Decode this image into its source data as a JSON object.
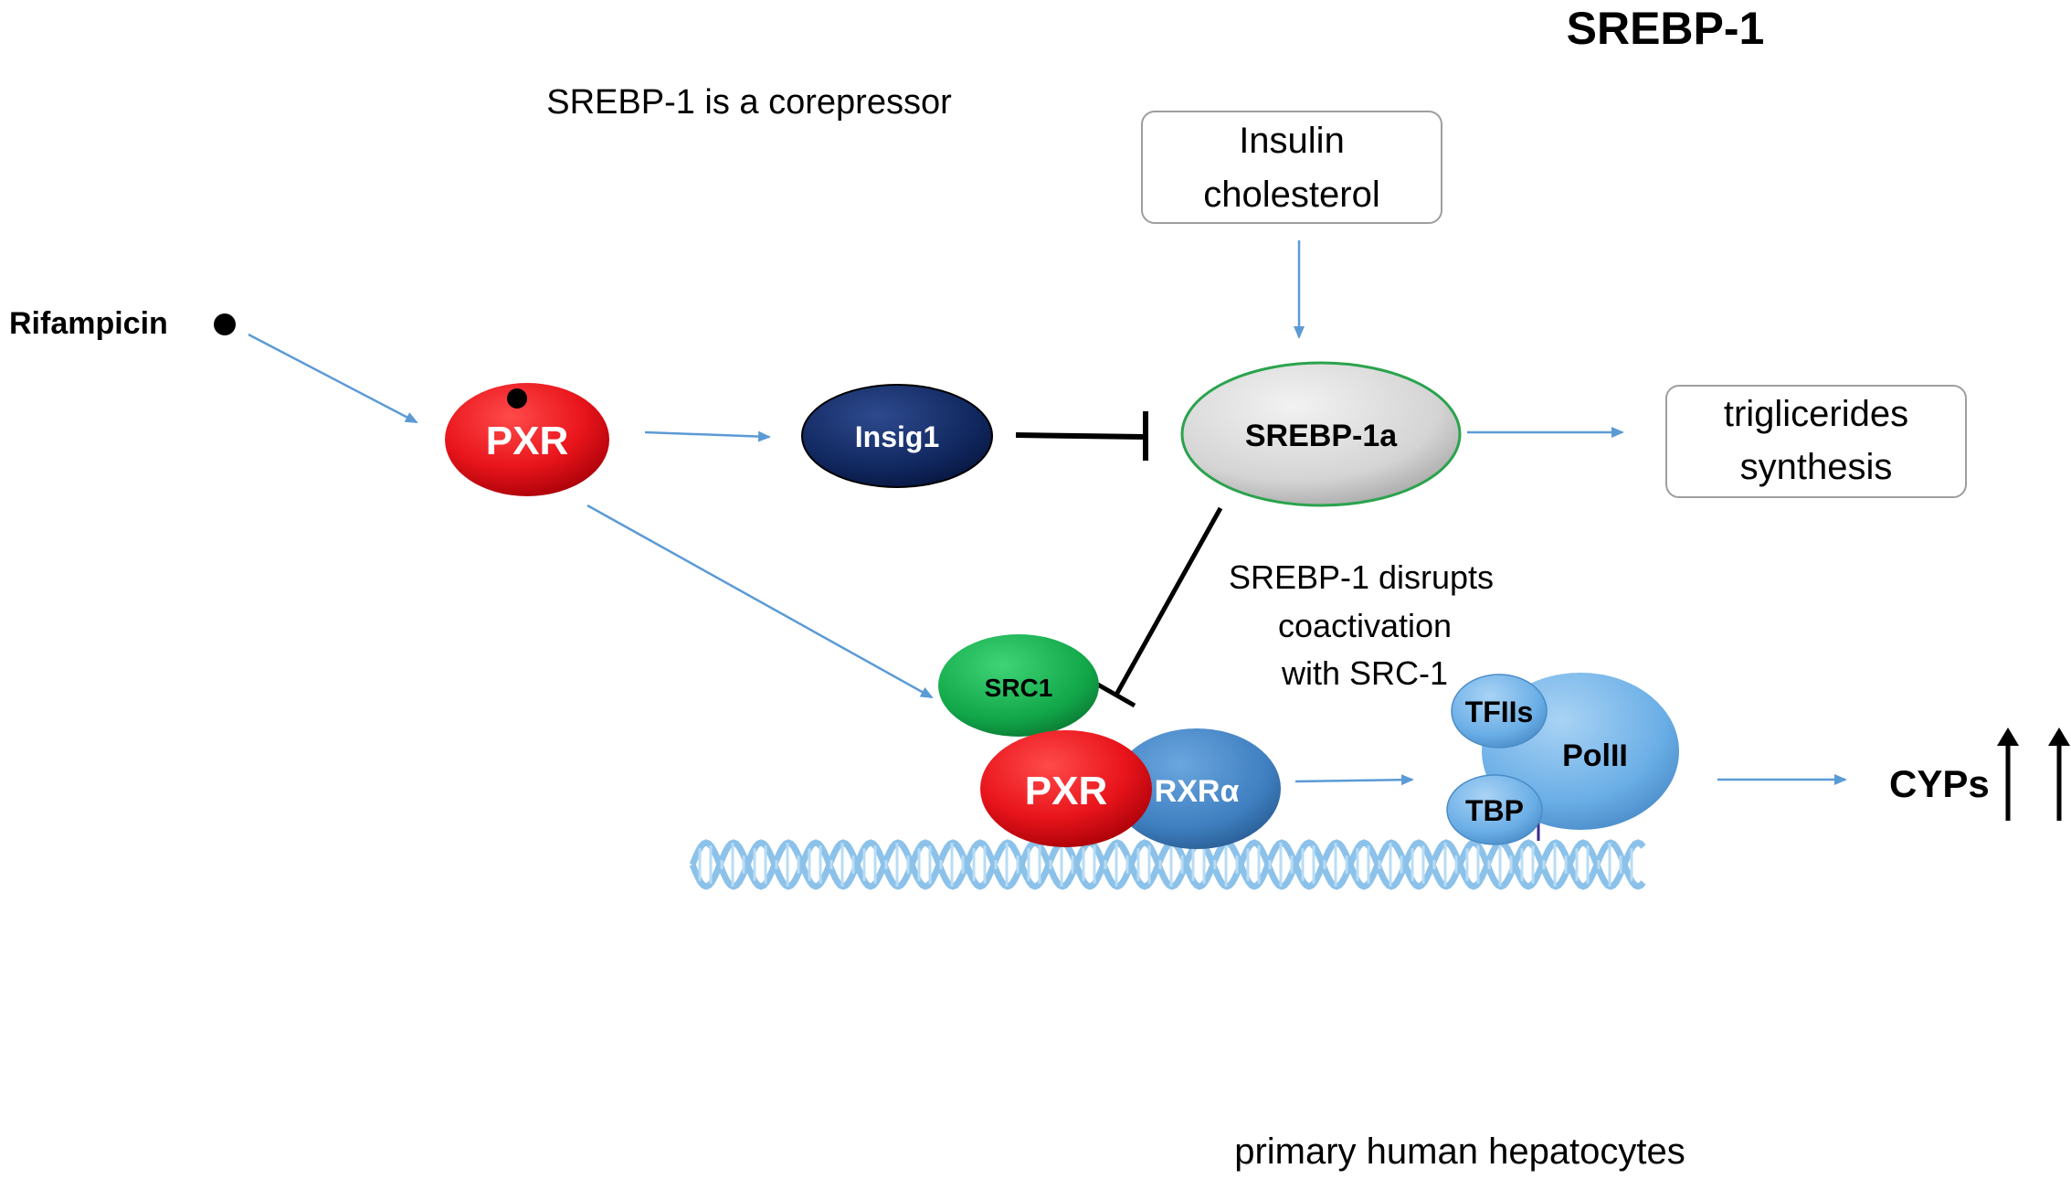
{
  "title": "SREBP-1",
  "note_corepressor": "SREBP-1 is a corepressor",
  "ligand": {
    "label": "Rifampicin"
  },
  "nodes": {
    "pxr_top": "PXR",
    "insig1": "Insig1",
    "srebp1a": "SREBP-1a",
    "src1": "SRC1",
    "pxr_bottom": "PXR",
    "rxra": "RXRα",
    "tfiis": "TFIIs",
    "polii": "PolII",
    "tbp": "TBP",
    "cyps": "CYPs"
  },
  "boxes": {
    "signal_line1": "Insulin",
    "signal_line2": "cholesterol",
    "output_line1": "triglicerides",
    "output_line2": "synthesis"
  },
  "disrupt_note": {
    "line1": "SREBP-1 disrupts",
    "line2": "coactivation",
    "line3": "with SRC-1"
  },
  "footer": "primary human hepatocytes",
  "colors": {
    "arrow_blue": "#5b9bd5",
    "pxr_red": "#e8141b",
    "insig_navy": "#10275e",
    "srebp_grey": "#d4d4d4",
    "src_green": "#12a84a",
    "rxr_blue": "#3f7fc0",
    "pol_blue": "#6aaee6",
    "dna_blue": "#8cc2ea"
  }
}
